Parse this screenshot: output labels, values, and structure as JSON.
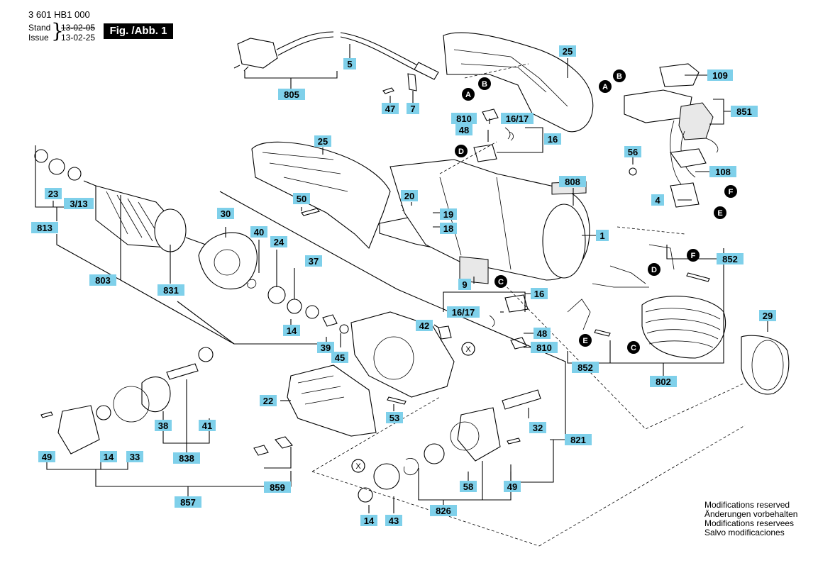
{
  "header": {
    "part_number": "3 601 HB1 000",
    "stand_label": "Stand",
    "issue_label": "Issue",
    "brace": "}",
    "date_old": "13-02-05",
    "date_new": "13-02-25",
    "figure": "Fig. /Abb. 1"
  },
  "notes": [
    "Modifications reserved",
    "Änderungen vorbehalten",
    "Modifications reservees",
    "Salvo modificaciones"
  ],
  "labels": [
    "805",
    "5",
    "25",
    "109",
    "47",
    "7",
    "810",
    "48",
    "16/17",
    "16",
    "851",
    "56",
    "108",
    "808",
    "4",
    "20",
    "19",
    "18",
    "1",
    "852",
    "9",
    "16",
    "16/17",
    "48",
    "810",
    "802",
    "29",
    "42",
    "22",
    "53",
    "32",
    "821",
    "23",
    "3/13",
    "813",
    "30",
    "40",
    "24",
    "37",
    "803",
    "831",
    "14",
    "39",
    "45",
    "38",
    "41",
    "838",
    "49",
    "14",
    "33",
    "859",
    "857",
    "58",
    "49",
    "826",
    "14",
    "43",
    "25",
    "50"
  ],
  "markers": [
    "B",
    "A",
    "A",
    "B",
    "D",
    "F",
    "E",
    "D",
    "F",
    "C",
    "C",
    "E"
  ],
  "x_markers": [
    "X",
    "X"
  ]
}
